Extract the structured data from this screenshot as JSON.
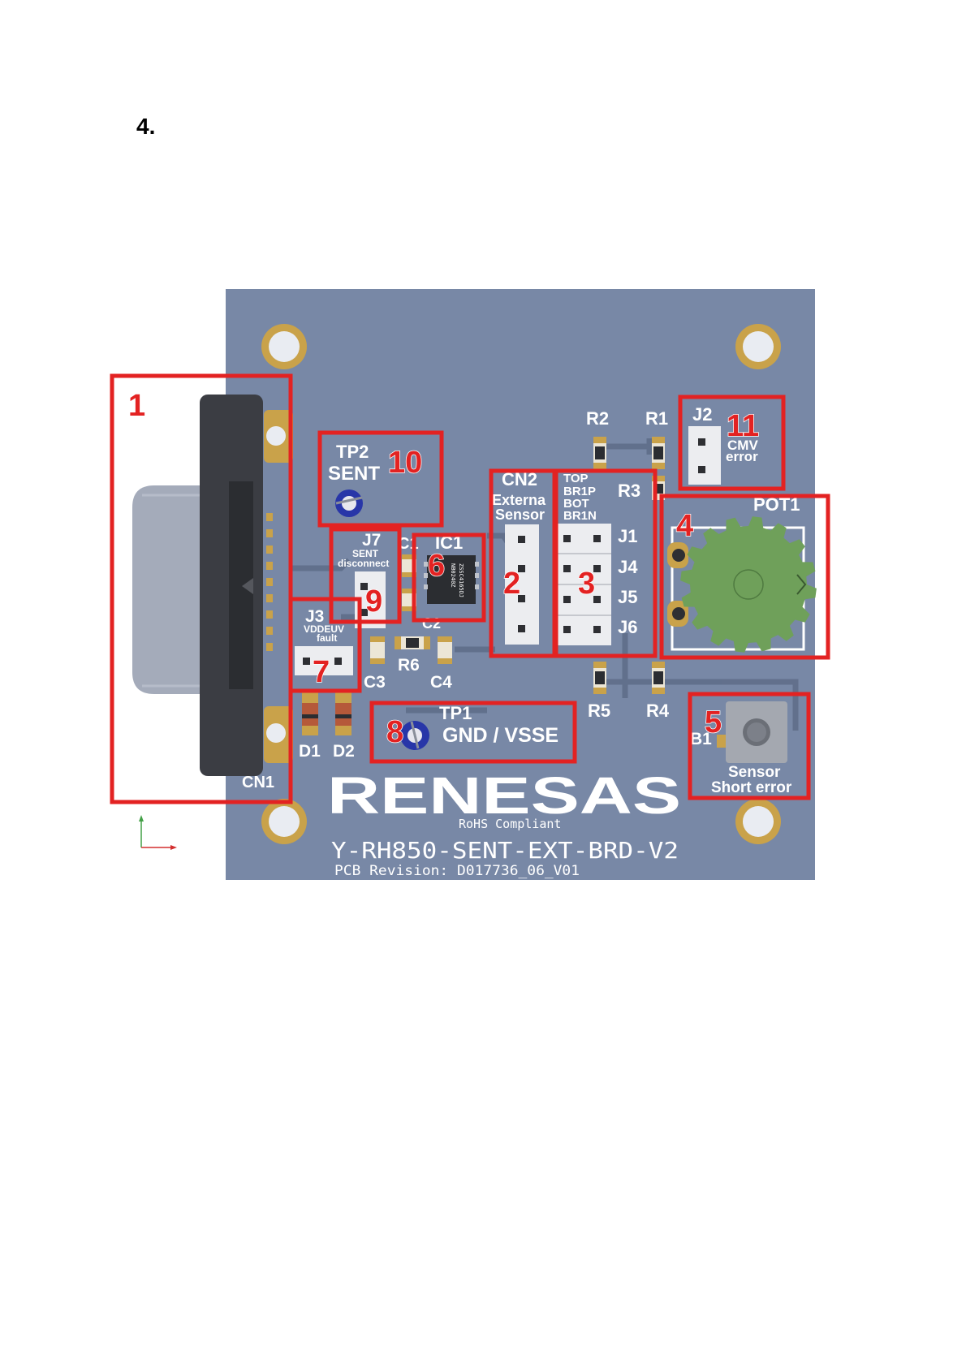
{
  "heading": "4.",
  "board": {
    "brand": "RENESAS",
    "rohs": "RoHS Compliant",
    "name": "Y-RH850-SENT-EXT-BRD-V2",
    "revision": "PCB Revision:  D017736_06_V01"
  },
  "silkscreen": {
    "cn1": "CN1",
    "tp2": "TP2",
    "tp2_sub": "SENT",
    "j7": "J7",
    "j7_sub1": "SENT",
    "j7_sub2": "disconnect",
    "c1": "C1",
    "ic1": "IC1",
    "ic1_chip1": "ZSSC4165DJ",
    "ic1_chip2": "NB0240Z",
    "c2": "C2",
    "j3": "J3",
    "j3_sub1": "VDDEUV",
    "j3_sub2": "fault",
    "c3": "C3",
    "r6": "R6",
    "c4": "C4",
    "d1": "D1",
    "d2": "D2",
    "tp1": "TP1",
    "tp1_sub": "GND / VSSE",
    "cn2": "CN2",
    "cn2_sub1": "Externa",
    "cn2_sub2": "Sensor",
    "top": "TOP",
    "br1p": "BR1P",
    "bot": "BOT",
    "br1n": "BR1N",
    "r3": "R3",
    "j1": "J1",
    "j4": "J4",
    "j5": "J5",
    "j6": "J6",
    "r2": "R2",
    "r1": "R1",
    "j2": "J2",
    "j2_sub1": "CMV",
    "j2_sub2": "error",
    "pot1": "POT1",
    "r5": "R5",
    "r4": "R4",
    "b1": "B1",
    "b1_sub1": "Sensor",
    "b1_sub2": "Short error"
  },
  "callouts": [
    "1",
    "2",
    "3",
    "4",
    "5",
    "6",
    "7",
    "8",
    "9",
    "10",
    "11"
  ],
  "colors": {
    "board": "#7888a6",
    "callout_box": "#e32222",
    "pad_gold": "#c9a24a",
    "pot_green": "#6fa05a"
  }
}
